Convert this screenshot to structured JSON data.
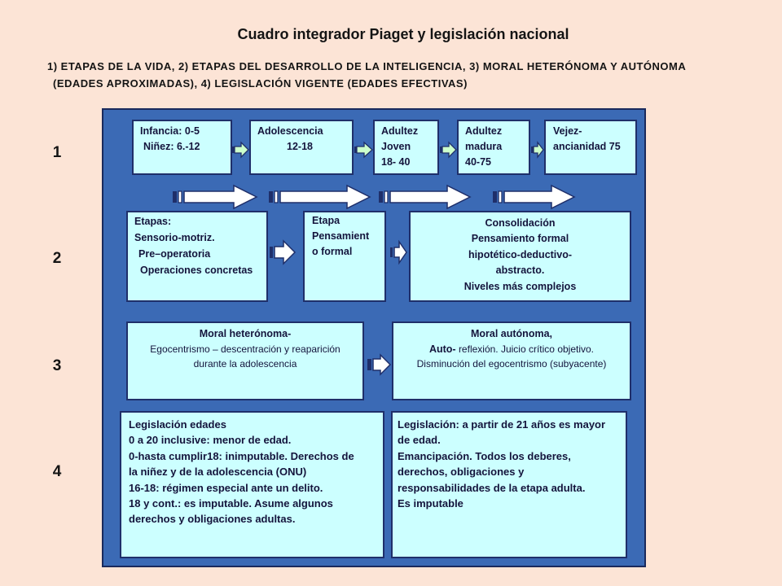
{
  "title": "Cuadro integrador Piaget y legislación nacional",
  "subtitle": {
    "line1": "1) ETAPAS DE LA VIDA, 2) ETAPAS DEL DESARROLLO DE LA INTELIGENCIA, 3) MORAL HETERÓNOMA Y AUTÓNOMA",
    "line2": "(EDADES APROXIMADAS), 4) LEGISLACIÓN VIGENTE (EDADES EFECTIVAS)"
  },
  "row_labels": [
    "1",
    "2",
    "3",
    "4"
  ],
  "row1": [
    {
      "lines": [
        "Infancia: 0-5",
        "Niñez: 6.-12"
      ]
    },
    {
      "lines": [
        "Adolescencia",
        "12-18"
      ]
    },
    {
      "lines": [
        "Adultez",
        "Joven",
        "18- 40"
      ]
    },
    {
      "lines": [
        "Adultez",
        "madura",
        "40-75"
      ]
    },
    {
      "lines": [
        "Vejez-",
        "ancianidad 75"
      ]
    }
  ],
  "row2": [
    {
      "lines": [
        "Etapas:",
        "Sensorio-motriz.",
        "Pre–operatoria",
        "Operaciones concretas"
      ]
    },
    {
      "lines": [
        "Etapa",
        "Pensamient",
        "o formal"
      ]
    },
    {
      "lines": [
        "Consolidación",
        "Pensamiento formal",
        "hipotético-deductivo-",
        "abstracto.",
        "Niveles más complejos"
      ]
    }
  ],
  "row3": {
    "heteronomous": {
      "lines": [
        "Moral heterónoma-",
        "Egocentrismo – descentración y reaparición",
        "durante la adolescencia"
      ]
    },
    "autonomous": {
      "line1": "Moral autónoma,",
      "line2_bold": "Auto-",
      "line2_rest": "reflexión. Juicio crítico objetivo.",
      "line3": "Disminución del egocentrismo (subyacente)"
    }
  },
  "row4": [
    {
      "lines": [
        "Legislación edades",
        "0 a 20 inclusive: menor de edad.",
        "0-hasta cumplir18: inimputable. Derechos de",
        "la niñez y de la adolescencia (ONU)",
        "16-18: régimen especial ante un delito.",
        "18 y cont.: es imputable. Asume algunos",
        "derechos y obligaciones adultas."
      ]
    },
    {
      "lines": [
        "Legislación: a partir de 21 años es mayor",
        "de edad.",
        "Emancipación. Todos los deberes,",
        "derechos, obligaciones y",
        "responsabilidades de la etapa adulta.",
        "Es imputable"
      ]
    }
  ],
  "colors": {
    "page_background": "#fce4d6",
    "frame_fill": "#3b6ab5",
    "box_fill": "#ccffff",
    "box_border": "#1f2f6a",
    "box_text": "#14143c",
    "small_arrow_fill": "#ccffcc"
  }
}
